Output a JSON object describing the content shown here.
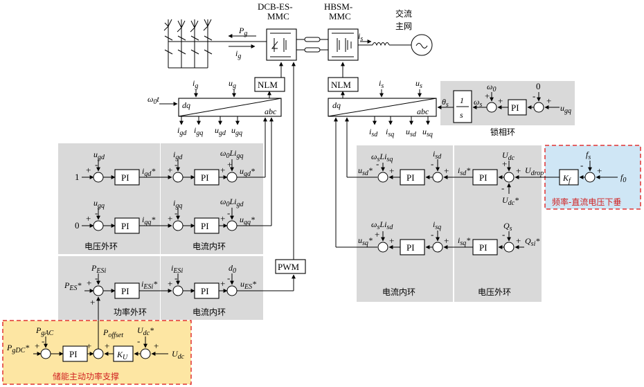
{
  "top": {
    "dcb_title_1": "DCB-ES-",
    "dcb_title_2": "MMC",
    "hbsm_title_1": "HBSM-",
    "hbsm_title_2": "MMC",
    "grid_1": "交流",
    "grid_2": "主网",
    "pg": "P",
    "pg_sub": "g",
    "ig": "i",
    "ig_sub": "g",
    "is": "i",
    "is_sub": "s"
  },
  "left": {
    "nlm": "NLM",
    "pwm": "PWM",
    "omega_t": "ω",
    "omega_t_sub": "0",
    "omega_t_tail": "t",
    "ig_in": "i",
    "ig_in_sub": "g",
    "ug_in": "u",
    "ug_in_sub": "g",
    "dq": "dq",
    "abc": "abc",
    "out_igd": "i",
    "out_igd_sub": "gd",
    "out_igq": "i",
    "out_igq_sub": "gq",
    "out_ugd": "u",
    "out_ugd_sub": "gd",
    "out_ugq": "u",
    "out_ugq_sub": "gq",
    "v_ugd": "u",
    "v_ugd_sub": "gd",
    "v_ugq": "u",
    "v_ugq_sub": "gq",
    "ref_1": "1",
    "ref_0": "0",
    "pi": "PI",
    "igd_ref": "i",
    "igd_ref_sub": "gd",
    "igq_ref": "i",
    "igq_ref_sub": "gq",
    "c_igd": "i",
    "c_igd_sub": "gd",
    "c_igq": "i",
    "c_igq_sub": "gq",
    "w0Ligq": "ω",
    "w0Ligq_sub": "0",
    "w0Ligq_L": "L",
    "w0Ligq_i": "i",
    "w0Ligq_isub": "gq",
    "w0Ligd": "ω",
    "w0Ligd_sub": "0",
    "w0Ligd_L": "L",
    "w0Ligd_i": "i",
    "w0Ligd_isub": "gd",
    "ugd_ref": "u",
    "ugd_ref_sub": "gd",
    "ugq_ref": "u",
    "ugq_ref_sub": "gq",
    "voltage_outer": "电压外环",
    "current_inner": "电流内环",
    "pesi": "P",
    "pesi_sub": "ES",
    "pesi_i": "i",
    "pes_ref": "P",
    "pes_ref_sub": "ES",
    "iesi_ref": "i",
    "iesi_ref_sub": "ES",
    "iesi_ref_i": "i",
    "iesi": "i",
    "iesi_sub": "ES",
    "iesi_i": "i",
    "d0": "d",
    "d0_sub": "0",
    "ues_ref": "u",
    "ues_ref_sub": "ES",
    "power_outer": "功率外环",
    "current_inner2": "电流内环"
  },
  "storage": {
    "pgac": "P",
    "pgac_sub": "gAC",
    "pgdc": "P",
    "pgdc_sub": "gDC",
    "poffset": "P",
    "poffset_sub": "offset",
    "udc_ref": "U",
    "udc_ref_sub": "dc",
    "udc": "U",
    "udc_sub": "dc",
    "ku": "K",
    "ku_sub": "U",
    "label": "储能主动功率支撑"
  },
  "right": {
    "nlm": "NLM",
    "is_in": "i",
    "is_in_sub": "s",
    "us_in": "u",
    "us_in_sub": "s",
    "dq": "dq",
    "abc": "abc",
    "theta": "θ",
    "theta_sub": "s",
    "out_isd": "i",
    "out_isd_sub": "sd",
    "out_isq": "i",
    "out_isq_sub": "sq",
    "out_usd": "u",
    "out_usd_sub": "sd",
    "out_usq": "u",
    "out_usq_sub": "sq",
    "int_num": "1",
    "int_den": "s",
    "omega_s": "ω",
    "omega_s_sub": "s",
    "omega0": "ω",
    "omega0_sub": "0",
    "zero": "0",
    "ugq": "u",
    "ugq_sub": "gq",
    "pll_label": "锁相环",
    "wsLisq": "ω",
    "wsLisq_sub": "s",
    "wsLisq_L": "L",
    "wsLisq_i": "i",
    "wsLisq_isub": "sq",
    "wsLisd": "ω",
    "wsLisd_sub": "s",
    "wsLisd_L": "L",
    "wsLisd_i": "i",
    "wsLisd_isub": "sd",
    "usd_ref": "u",
    "usd_ref_sub": "sd",
    "usq_ref": "u",
    "usq_ref_sub": "sq",
    "c_isd": "i",
    "c_isd_sub": "sd",
    "c_isq": "i",
    "c_isq_sub": "sq",
    "isd_ref": "i",
    "isd_ref_sub": "sd",
    "isq_ref": "i",
    "isq_ref_sub": "sq",
    "udc": "U",
    "udc_sub": "dc",
    "udc_ref": "U",
    "udc_ref_sub": "dc",
    "udrop": "U",
    "udrop_sub": "drop",
    "qs": "Q",
    "qs_sub": "s",
    "qsi_ref": "Q",
    "qsi_ref_sub": "si",
    "pi": "PI",
    "current_inner": "电流内环",
    "voltage_outer": "电压外环",
    "fs": "f",
    "fs_sub": "s",
    "f0": "f",
    "f0_sub": "0",
    "kf": "K",
    "kf_sub": "f",
    "droop_label": "频率-直流电压下垂"
  }
}
